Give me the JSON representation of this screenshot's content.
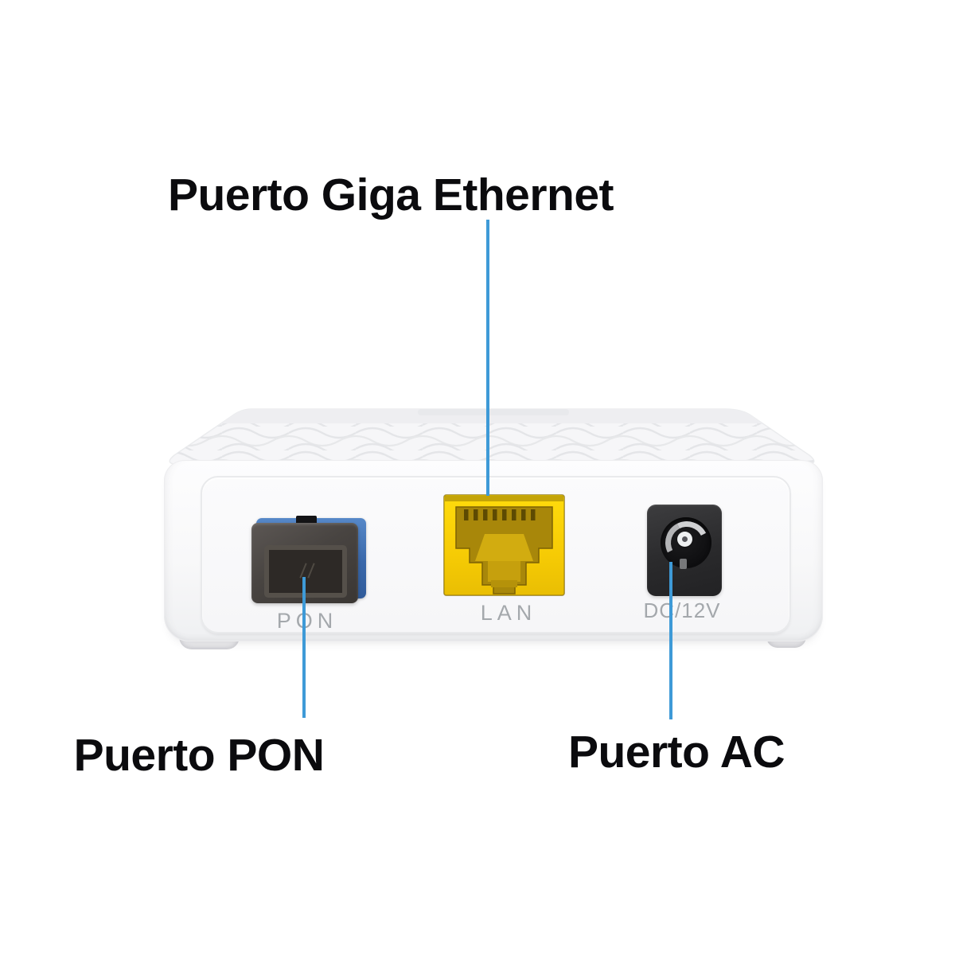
{
  "figure": {
    "type": "annotated-product-diagram",
    "subject": "Rear panel of a white GPON ONU / fiber modem with three ports",
    "background_color": "#ffffff",
    "callout_line_color": "#3e9ad7",
    "callout_text_color": "#0b0b0e"
  },
  "callouts": {
    "ethernet": {
      "label": "Puerto Giga Ethernet",
      "points_to_port": "LAN"
    },
    "pon": {
      "label": "Puerto PON",
      "points_to_port": "PON"
    },
    "ac": {
      "label": "Puerto AC",
      "points_to_port": "DC/12V"
    }
  },
  "device": {
    "body_color": "#f8f8f9",
    "port_silkscreen_color": "#a4a8ac",
    "ports": {
      "pon": {
        "label": "PON",
        "connector": "SC/APC fiber connector",
        "accent_color": "#3a68aa",
        "body_color": "#484441"
      },
      "lan": {
        "label": "LAN",
        "connector": "RJ45 jack",
        "accent_color": "#f6cb05"
      },
      "dc": {
        "label": "DC/12V",
        "connector": "barrel power jack",
        "accent_color": "#2a2a2c"
      }
    }
  }
}
